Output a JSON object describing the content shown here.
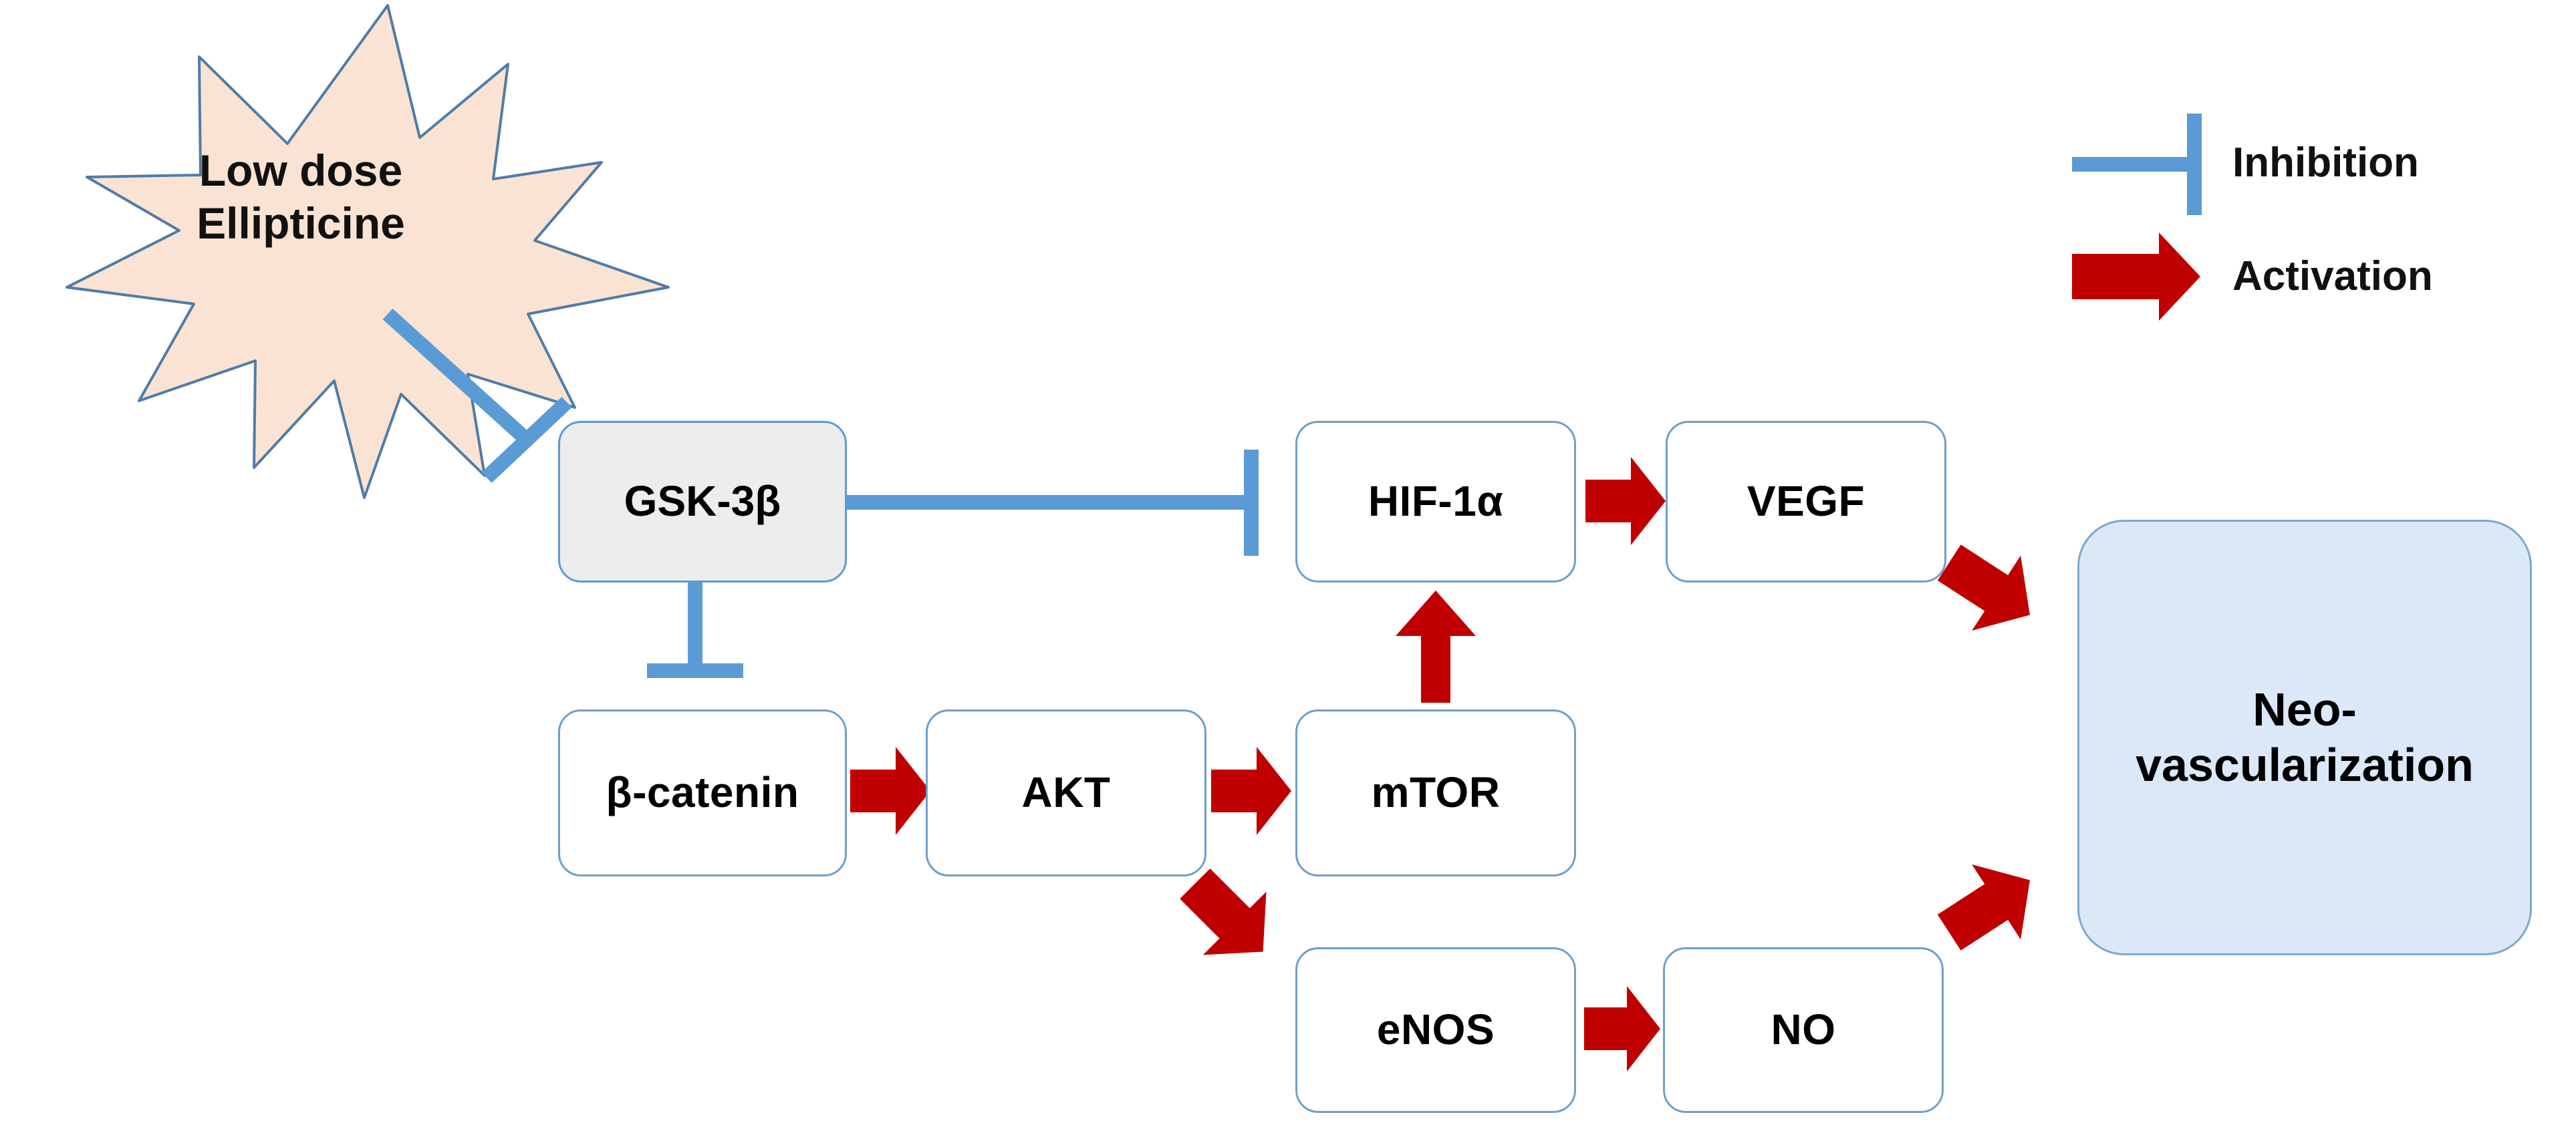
{
  "diagram": {
    "title": "Low dose Ellipticine signalling pathway to neo-vascularization",
    "colors": {
      "inhibition_blue": "#5B9BD5",
      "activation_red": "#C00000",
      "star_fill": "#FAE3D3",
      "star_stroke": "#4F7CA8",
      "box_fill": "#FFFFFF",
      "box_stroke": "#6F9FC8",
      "gsk_fill": "#EDEDED",
      "outcome_fill": "#DBE8F7",
      "outcome_stroke": "#7EA8CE",
      "text": "#000000",
      "background": "#FFFFFF"
    },
    "stimulus": {
      "name": "low-dose-ellipticine",
      "line1": "Low dose",
      "line2": "Ellipticine",
      "shape": "starburst-12-point"
    },
    "nodes": [
      {
        "id": "gsk3b",
        "label": "GSK-3β",
        "style": "gsk"
      },
      {
        "id": "bcatenin",
        "label": "β-catenin",
        "style": "plain"
      },
      {
        "id": "akt",
        "label": "AKT",
        "style": "plain"
      },
      {
        "id": "mtor",
        "label": "mTOR",
        "style": "plain"
      },
      {
        "id": "hif1a",
        "label": "HIF-1α",
        "style": "plain"
      },
      {
        "id": "vegf",
        "label": "VEGF",
        "style": "plain"
      },
      {
        "id": "enos",
        "label": "eNOS",
        "style": "plain"
      },
      {
        "id": "no",
        "label": "NO",
        "style": "plain"
      }
    ],
    "outcome": {
      "id": "neovascularization",
      "line1": "Neo-",
      "line2": "vascularization"
    },
    "edges": [
      {
        "from": "low-dose-ellipticine",
        "to": "gsk3b",
        "type": "inhibition"
      },
      {
        "from": "gsk3b",
        "to": "hif1a",
        "type": "inhibition"
      },
      {
        "from": "gsk3b",
        "to": "bcatenin",
        "type": "inhibition"
      },
      {
        "from": "bcatenin",
        "to": "akt",
        "type": "activation"
      },
      {
        "from": "akt",
        "to": "mtor",
        "type": "activation"
      },
      {
        "from": "akt",
        "to": "enos",
        "type": "activation"
      },
      {
        "from": "mtor",
        "to": "hif1a",
        "type": "activation"
      },
      {
        "from": "hif1a",
        "to": "vegf",
        "type": "activation"
      },
      {
        "from": "enos",
        "to": "no",
        "type": "activation"
      },
      {
        "from": "vegf",
        "to": "neovascularization",
        "type": "activation"
      },
      {
        "from": "no",
        "to": "neovascularization",
        "type": "activation"
      }
    ],
    "legend": {
      "inhibition_label": "Inhibition",
      "activation_label": "Activation"
    }
  }
}
